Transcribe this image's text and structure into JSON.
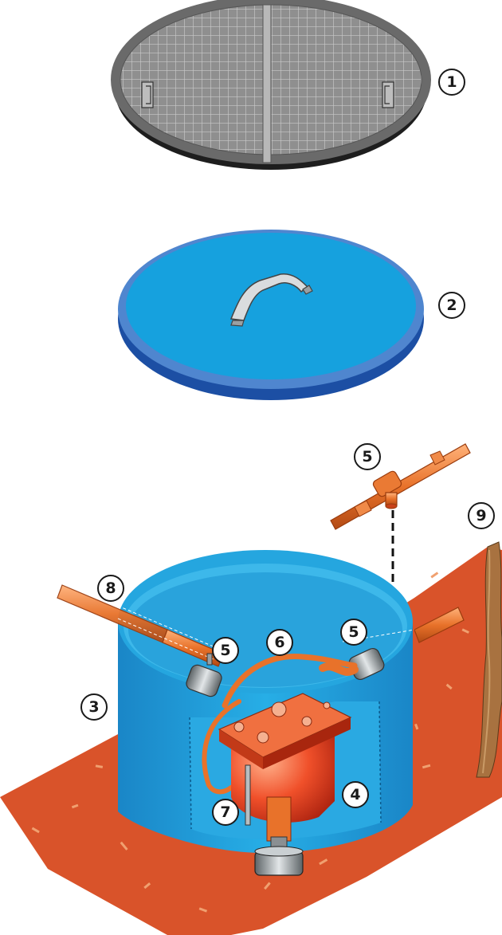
{
  "callouts": [
    {
      "id": "c1",
      "label": "1"
    },
    {
      "id": "c2",
      "label": "2"
    },
    {
      "id": "c5top",
      "label": "5"
    },
    {
      "id": "c9",
      "label": "9"
    },
    {
      "id": "c8",
      "label": "8"
    },
    {
      "id": "c5left",
      "label": "5"
    },
    {
      "id": "c6",
      "label": "6"
    },
    {
      "id": "c5right",
      "label": "5"
    },
    {
      "id": "c3",
      "label": "3"
    },
    {
      "id": "c4",
      "label": "4"
    },
    {
      "id": "c7",
      "label": "7"
    }
  ],
  "colors": {
    "manhole_cover": "#8a8a8a",
    "manhole_rim": "#1e1e1e",
    "lid_blue": "#16a1de",
    "lid_edge": "#1f5fb4",
    "chamber_blue": "#1e9bd8",
    "pipe_orange": "#e8722a",
    "soil": "#d9532a",
    "meter_red": "#e23a1d",
    "metal_grey": "#9aa0a3"
  }
}
